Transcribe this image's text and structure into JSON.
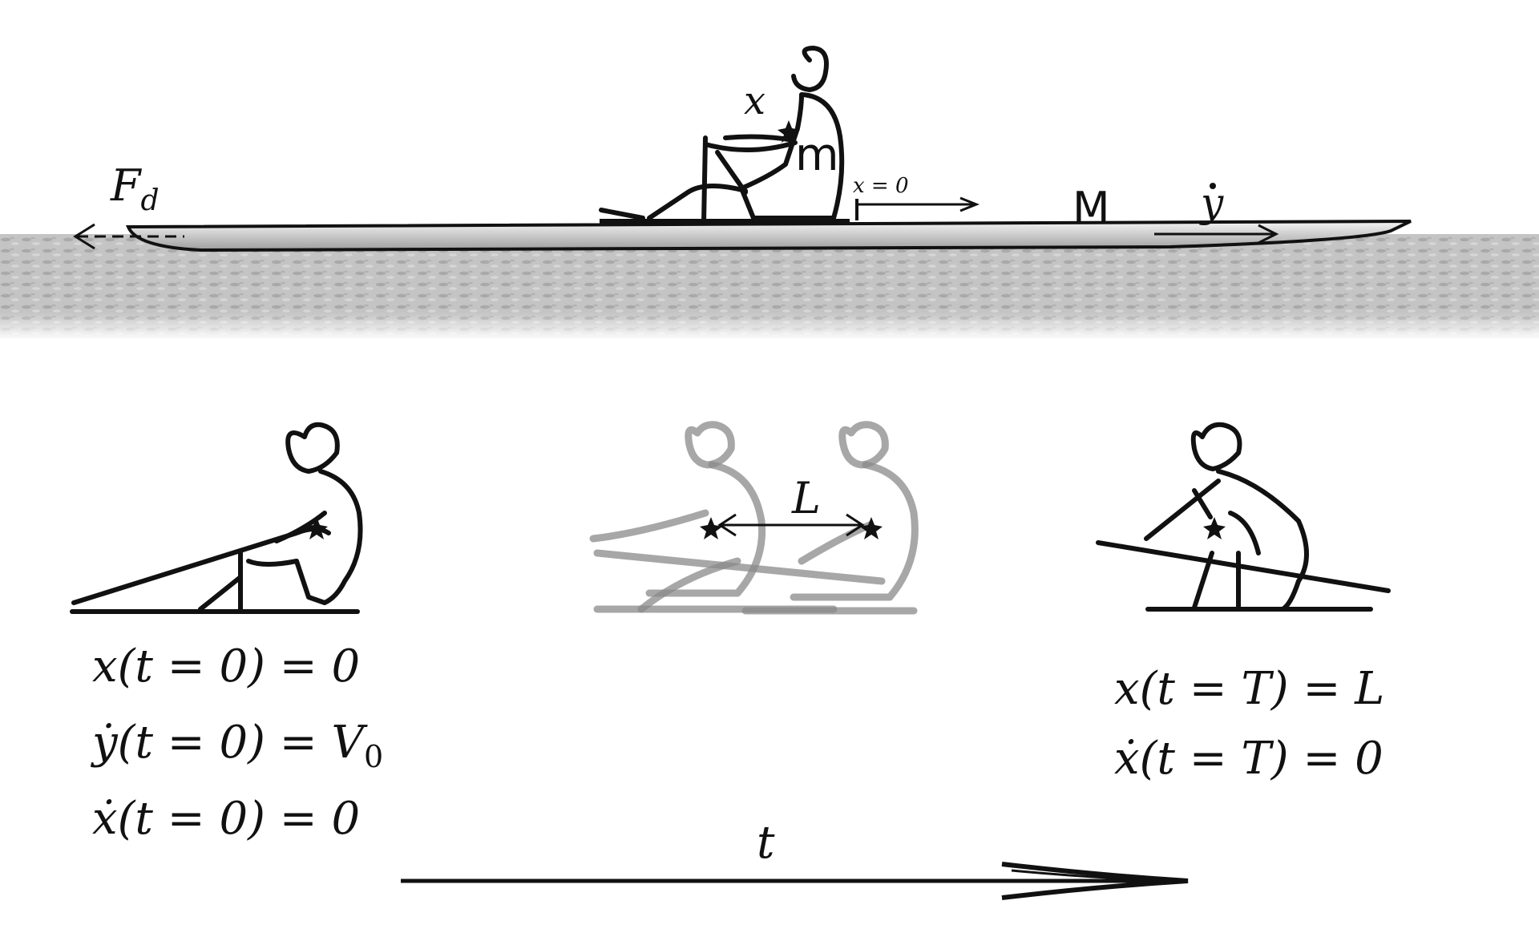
{
  "labels": {
    "drag_force": "F",
    "drag_sub": "d",
    "rower_pos": "x",
    "rower_mass": "m",
    "origin": "x = 0",
    "boat_mass": "M",
    "boat_vel": "y",
    "stroke_len": "L",
    "time": "t"
  },
  "initial_conditions": [
    "x(t = 0) = 0",
    "ẏ(t = 0) = V",
    "ẋ(t = 0) = 0"
  ],
  "v0_sub": "0",
  "final_conditions": [
    "x(t = T) = L",
    "ẋ(t = T) = 0"
  ],
  "colors": {
    "ink": "#111111",
    "water": "#bdbdbd",
    "ghost": "#8a8a8a"
  }
}
